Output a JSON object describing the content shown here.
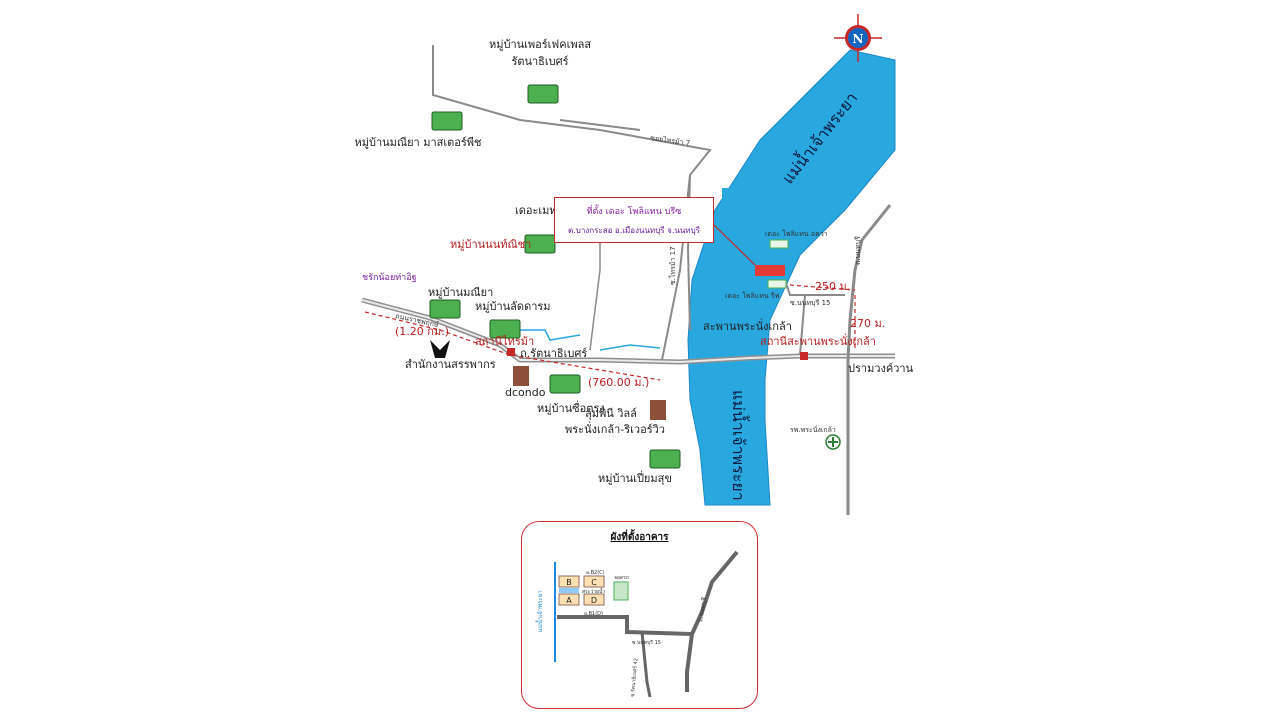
{
  "compass": "N",
  "callout": {
    "line1": "ที่ตั้ง เดอะ โพลิแทน บรีซ",
    "line2": "ต.บางกระสอ อ.เมืองนนทบุรี จ.นนทบุรี"
  },
  "labels": {
    "village_top": "หมู่บ้านเพอร์เฟคเพลส",
    "village_top2": "รัตนาธิเบศร์",
    "village_master": "หมู่บ้านมณียา มาสเตอร์พีช",
    "soi_top": "ซอยไทรม้า 7",
    "the_metro": "เดอะเมท",
    "village_nonthanicha": "หมู่บ้านนนท์ณิชา",
    "school": "ชรักน้อยท่าอิฐ",
    "village_maniya": "หมู่บ้านมณียา",
    "village_latdaram": "หมู่บ้านลัดดารม",
    "rd_distance": "(1.20 กม.)",
    "road_main": "ถนนราชพฤกษ์",
    "station_saima": "สถานีไทรม้า",
    "revenue_office": "สำนักงานสรรพากร",
    "ratthathibet_rd": "ถ.รัตนาธิเบศร์",
    "dcondo": "dcondo",
    "dist_760": "(760.00 ม.)",
    "village_suetrong": "หมู่บ้านซื่อตรง",
    "lumpini": "ลุมพินี วิลล์",
    "lumpini2": "พระนั่งเกล้า-ริเวอร์วิว",
    "village_pianyam": "หมู่บ้านเปี่ยมสุข",
    "soi_saima17": "ซ.ไทรม้า 17",
    "bridge": "สะพานพระนั่งเกล้า",
    "station_bridge": "สถานีสะพานพระนั่งเกล้า",
    "the_politan_aqua": "เดอะ โพลิแทน อควา",
    "the_politan_rive": "เดอะ โพลิแทน รีฟ",
    "nonthaburi_rd": "ถ.นนทบุรี",
    "soi_nonthaburi15": "ซ.นนทบุรี 15",
    "dist_250": "250 ม.",
    "dist_270": "270 ม.",
    "pak_kret": "ปรามวงค์วาน",
    "hospital": "รพ.พระนั่งเกล้า",
    "river_top": "แม่น้ำเจ้าพระยา",
    "river_bottom": "แม่น้ำเจ้าพระยา"
  },
  "inset": {
    "title": "ผังที่ตั้งอาคาร",
    "bldg_b": "B",
    "bldg_c": "C",
    "bldg_a": "A",
    "bldg_d": "D",
    "lbl_b2c": "อ.B2(C)",
    "lbl_pool": "สระว่ายน้ำ",
    "lbl_parking": "จอดรถ",
    "lbl_b1d": "อ.B1(D)",
    "lbl_soi15": "ซ.นนทบุรี 15",
    "lbl_nonthaburi": "ถ.นนทบุรี",
    "lbl_river": "แม่น้ำเจ้าพระยา",
    "lbl_soi42": "ซ.รัตนาธิเบศร์ 42"
  },
  "colors": {
    "river": "#29a8e0",
    "site": "#e53935",
    "accent_red": "#c62828"
  }
}
